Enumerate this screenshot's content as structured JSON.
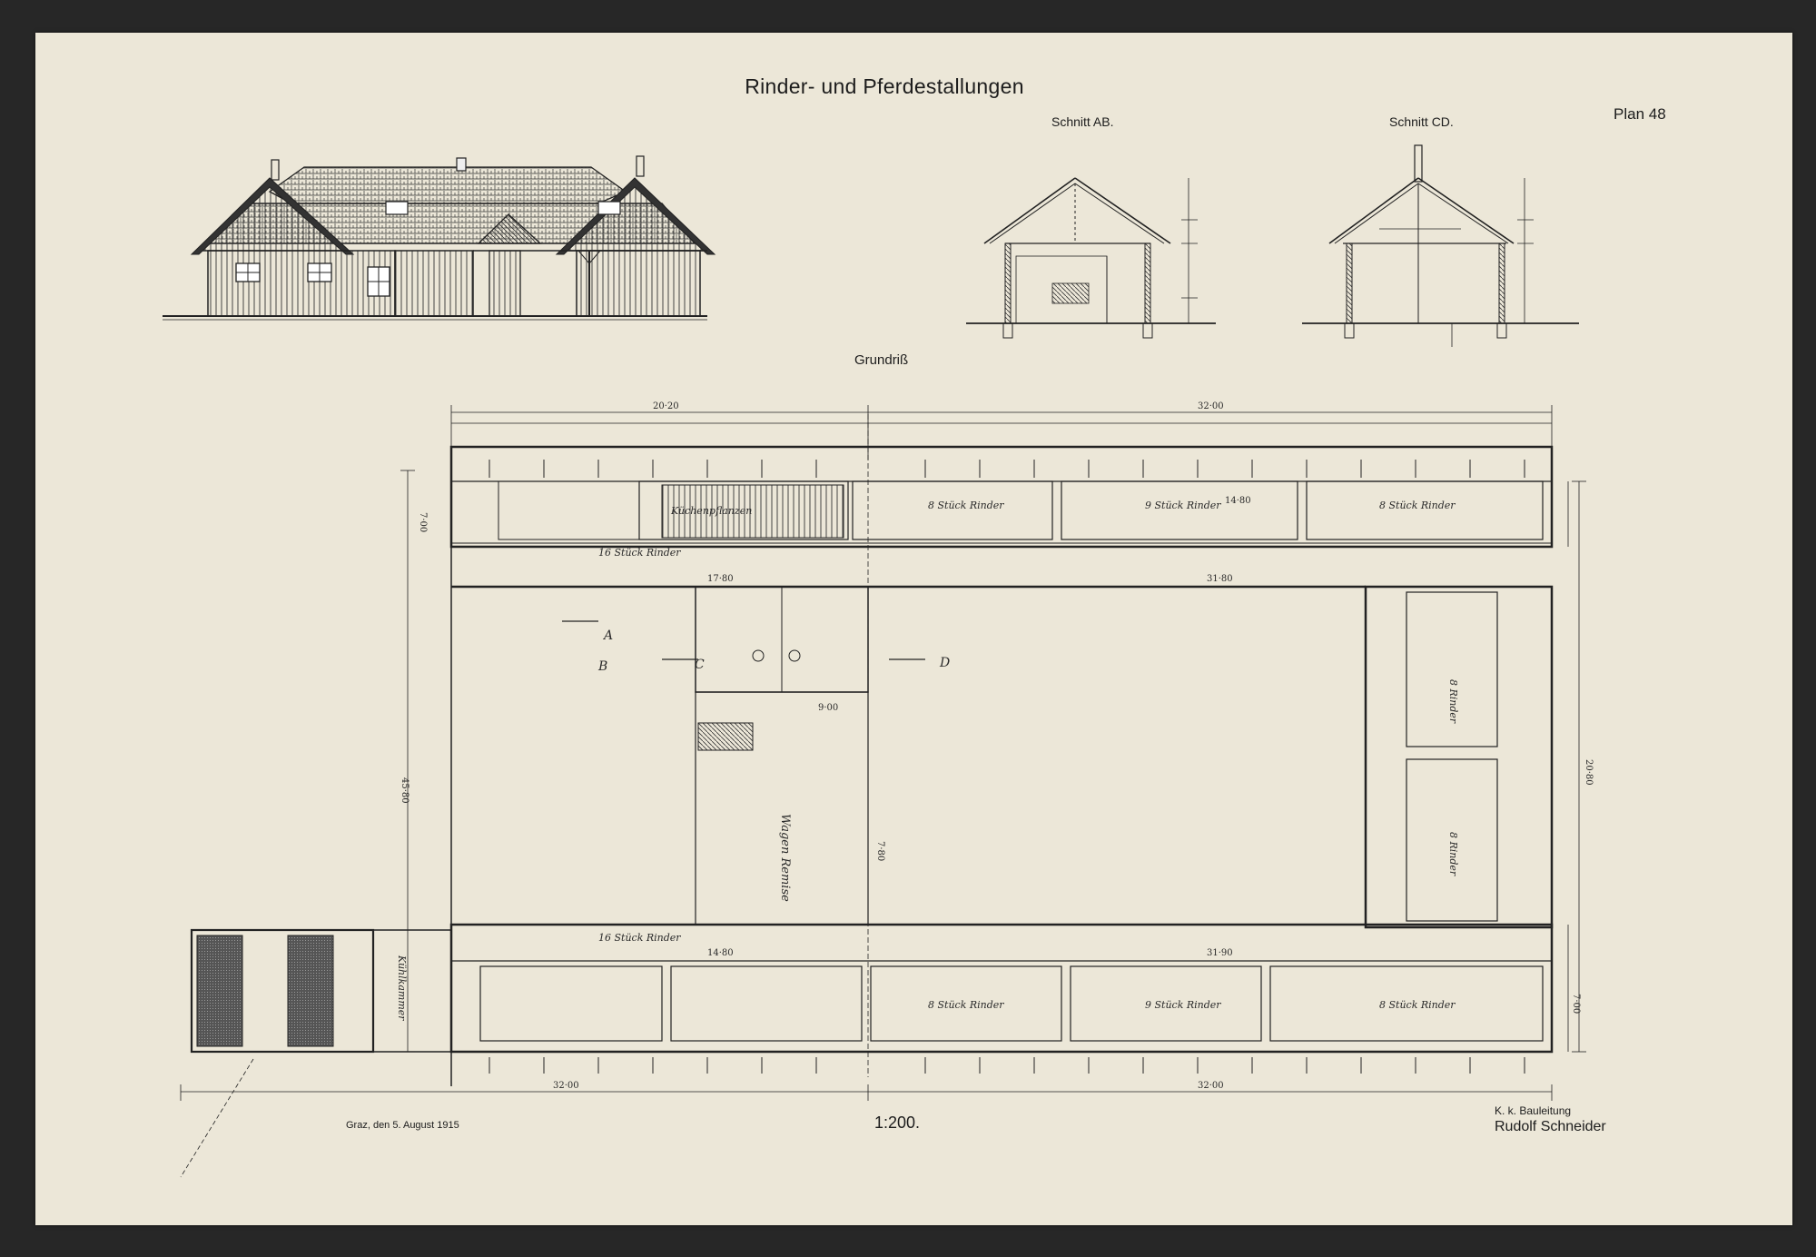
{
  "sheet": {
    "title": "Rinder- und Pferdestallungen",
    "plan_number": "Plan 48",
    "section_ab_label": "Schnitt AB.",
    "section_cd_label": "Schnitt CD.",
    "floor_plan_label": "Grundriß",
    "place_date": "Graz, den 5. August 1915",
    "scale": "1:200.",
    "office": "K. k. Bauleitung",
    "signatory": "Rudolf Schneider"
  },
  "plan_labels": {
    "top_stall": "16 Stück Rinder",
    "bottom_stall": "16 Stück Rinder",
    "top_bay_1": "8 Stück Rinder",
    "top_bay_2": "9 Stück Rinder",
    "top_bay_3": "8 Stück Rinder",
    "bottom_bay_1": "8 Stück Rinder",
    "bottom_bay_2": "9 Stück Rinder",
    "bottom_bay_3": "8 Stück Rinder",
    "right_bay_1": "8 Rinder",
    "right_bay_2": "8 Rinder",
    "wagon_shed": "Wagen Remise",
    "kitchen": "Küchenpflanzen",
    "cold_room": "Kühlkammer",
    "section_mark_a": "A",
    "section_mark_b": "B",
    "section_mark_c": "C",
    "section_mark_d": "D"
  },
  "dimensions": {
    "overall_top_left": "20·20",
    "overall_top_right": "32·00",
    "overall_bottom_left": "32·00",
    "overall_bottom_right": "32·00",
    "left_height": "45·80",
    "right_height": "20·80",
    "top_wing_depth": "7·00",
    "bottom_wing_depth": "7·00",
    "inner_top": "17·80",
    "inner_bottom": "14·80",
    "inner_right": "31·80",
    "inner_bottom_right": "31·90",
    "corridor_top": "14·80",
    "wagon_width": "9·00",
    "wagon_height": "7·80"
  },
  "colors": {
    "paper": "#ece7d8",
    "ink": "#1c1c1c",
    "background": "#272727"
  }
}
